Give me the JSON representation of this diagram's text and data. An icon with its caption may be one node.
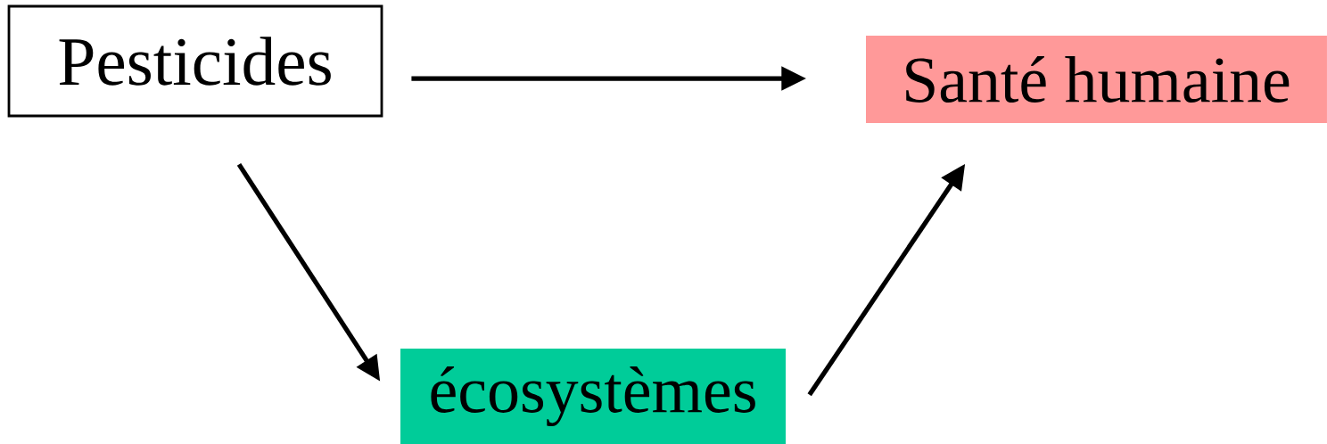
{
  "diagram": {
    "nodes": [
      {
        "text": [
          "Pesticides"
        ]
      },
      {
        "text": [
          "Santé humaine"
        ]
      },
      {
        "text": [
          "écosystèmes"
        ]
      }
    ],
    "edges": [
      {
        "from": 0,
        "to": 1,
        "arrow": "to"
      },
      {
        "from": 0,
        "to": 2,
        "arrow": "to"
      },
      {
        "from": 2,
        "to": 1,
        "arrow": "to"
      }
    ]
  }
}
